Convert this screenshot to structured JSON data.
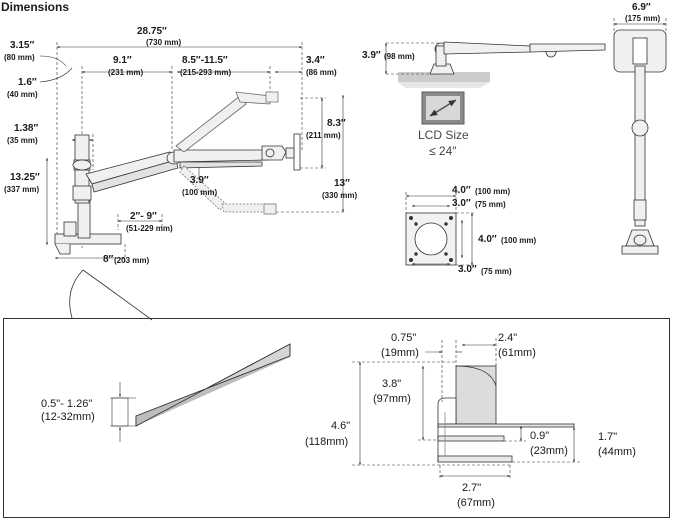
{
  "title": "Dimensions",
  "icons": [
    "monitor-arm-side-view",
    "monitor-arm-top-view",
    "lcd-size-icon",
    "vesa-pattern",
    "clamp-detail"
  ],
  "colors": {
    "line": "#333333",
    "arm_fill": "#f0f0f0",
    "desk_fill": "#cccccc"
  },
  "side_view": {
    "overall_width": {
      "main": "28.75″",
      "sub": "(730 mm)"
    },
    "tilt_offset": {
      "main": "3.15″",
      "sub": "(80 mm)"
    },
    "base_offset": {
      "main": "1.6″",
      "sub": "(40 mm)"
    },
    "arm_reach": {
      "main": "9.1″",
      "sub": "(231 mm)"
    },
    "arm_extension": {
      "main": "8.5″-11.5″",
      "sub": "(215-293 mm)"
    },
    "head_depth": {
      "main": "3.4″",
      "sub": "(86 mm)"
    },
    "pole_width": {
      "main": "1.38″",
      "sub": "(35 mm)"
    },
    "pole_height": {
      "main": "13.25″",
      "sub": "(337 mm)"
    },
    "lift_range": {
      "main": "8.3″",
      "sub": "(211 mm)"
    },
    "head_drop": {
      "main": "3.9″",
      "sub": "(100 mm)"
    },
    "vertical_range": {
      "main": "13″",
      "sub": "(330 mm)"
    },
    "clamp_offset": {
      "main": "2″- 9″",
      "sub": "(51-229 mm)"
    },
    "base_depth": {
      "main": "8″",
      "sub": "(203 mm)"
    }
  },
  "top_view": {
    "height": {
      "main": "3.9″",
      "sub": "(98 mm)"
    },
    "lcd_label": "LCD Size",
    "lcd_value": "≤ 24″"
  },
  "vesa": {
    "outer_width": {
      "main": "4.0″",
      "sub": "(100 mm)"
    },
    "inner_width": {
      "main": "3.0″",
      "sub": "(75 mm)"
    },
    "outer_height": {
      "main": "4.0″",
      "sub": "(100 mm)"
    },
    "inner_height": {
      "main": "3.0″",
      "sub": "(75 mm)"
    }
  },
  "front_view": {
    "width": {
      "main": "6.9″",
      "sub": "(175 mm)"
    }
  },
  "detail": {
    "wedge_thickness": {
      "main": "0.5\"- 1.26\"",
      "sub": "(12-32mm)"
    },
    "clamp_lip": {
      "main": "0.75\"",
      "sub": "(19mm)"
    },
    "clamp_top": {
      "main": "2.4\"",
      "sub": "(61mm)"
    },
    "clamp_inner": {
      "main": "3.8\"",
      "sub": "(97mm)"
    },
    "clamp_height": {
      "main": "4.6\"",
      "sub": "(118mm)"
    },
    "clamp_gap": {
      "main": "0.9\"",
      "sub": "(23mm)"
    },
    "clamp_right": {
      "main": "1.7\"",
      "sub": "(44mm)"
    },
    "clamp_depth": {
      "main": "2.7\"",
      "sub": "(67mm)"
    }
  }
}
